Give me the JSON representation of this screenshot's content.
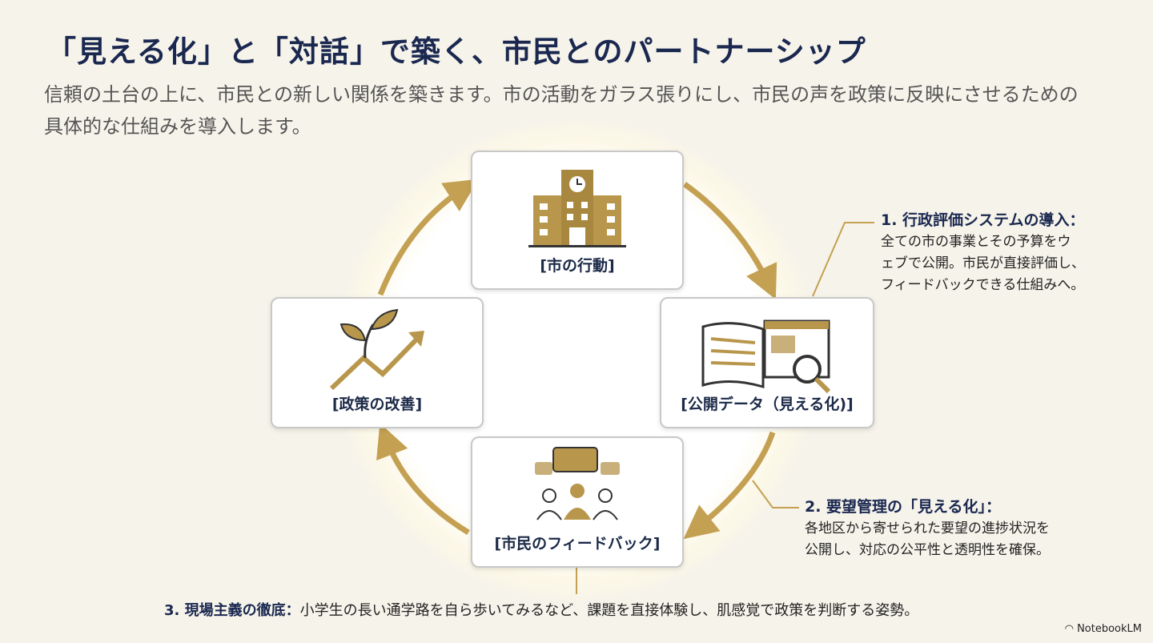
{
  "title": "「見える化」と「対話」で築く、市民とのパートナーシップ",
  "subtitle": "信頼の土台の上に、市民との新しい関係を築きます。市の活動をガラス張りにし、市民の声を政策に反映にさせるための具体的な仕組みを導入します。",
  "cycle": [
    {
      "label": "[市の行動]",
      "icon": "city-hall-icon"
    },
    {
      "label": "[公開データ（見える化)]",
      "icon": "open-data-icon"
    },
    {
      "label": "[市民のフィードバック]",
      "icon": "citizen-dialogue-icon"
    },
    {
      "label": "[政策の改善]",
      "icon": "growth-icon"
    }
  ],
  "notes": [
    {
      "heading": "1. 行政評価システムの導入：",
      "lines": [
        "全ての市の事業とその予算をウ",
        "ェブで公開。市民が直接評価し、",
        "フィードバックできる仕組みへ。"
      ]
    },
    {
      "heading": "2. 要望管理の「見える化」：",
      "lines": [
        "各地区から寄せられた要望の進捗状況を",
        "公開し、対応の公平性と透明性を確保。"
      ]
    },
    {
      "heading": "3. 現場主義の徹底：",
      "text": "小学生の長い通学路を自ら歩いてみるなど、課題を直接体験し、肌感覚で政策を判断する姿勢。"
    }
  ],
  "brand": "NotebookLM",
  "colors": {
    "gold": "#c4a052",
    "navy": "#1a2850",
    "bg": "#f6f3ea"
  }
}
